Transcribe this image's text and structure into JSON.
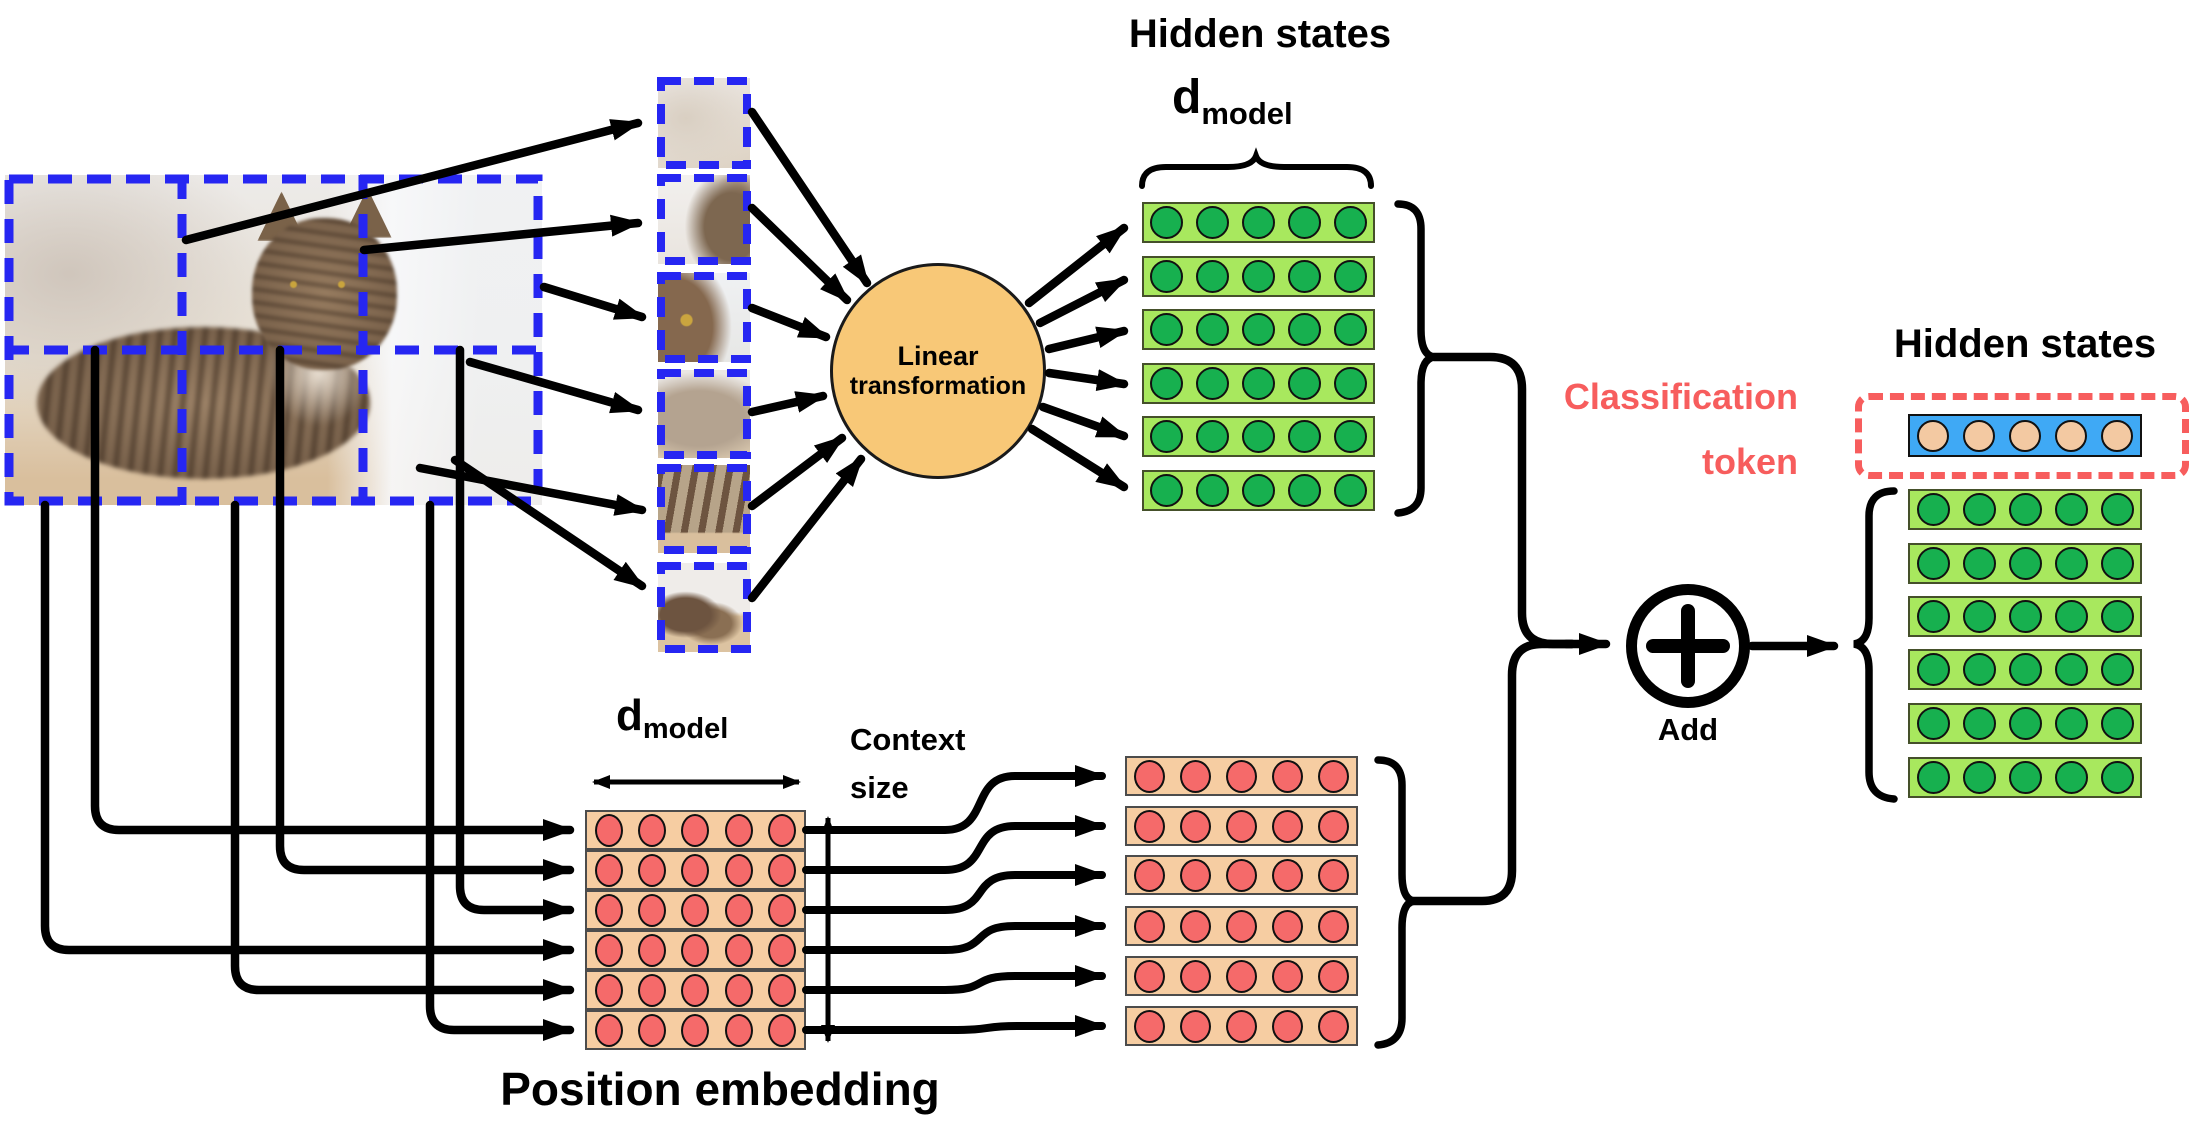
{
  "labels": {
    "hidden_states_left": "Hidden states",
    "hidden_states_right": "Hidden states",
    "dmodel_base": "d",
    "dmodel_sub": "model",
    "linear_line1": "Linear",
    "linear_line2": "transformation",
    "context_line1": "Context",
    "context_line2": "size",
    "position_embedding": "Position embedding",
    "classification_line1": "Classification",
    "classification_line2": "token",
    "add": "Add"
  },
  "colors": {
    "patch_border_blue": "#2626f2",
    "hidden_row_bg": "#a8e85e",
    "hidden_dot": "#17b04f",
    "embed_row_bg": "#f6cda2",
    "embed_dot": "#f56a6a",
    "token_row_bg": "#3fa9f5",
    "token_dot": "#f3c9a2",
    "accent_red": "#f75d5d",
    "transform_circle": "#f8c877",
    "line_black": "#000000"
  },
  "structure": {
    "image_patch_grid": {
      "rows": 2,
      "cols": 3
    },
    "flattened_patches": 6,
    "hidden_left": {
      "rows": 6,
      "cols": 5
    },
    "position_grid": {
      "rows": 6,
      "cols": 5
    },
    "position_fan": {
      "rows": 6,
      "cols": 5
    },
    "hidden_right": {
      "rows": 6,
      "cols": 5
    },
    "class_token": {
      "rows": 1,
      "cols": 5
    }
  }
}
